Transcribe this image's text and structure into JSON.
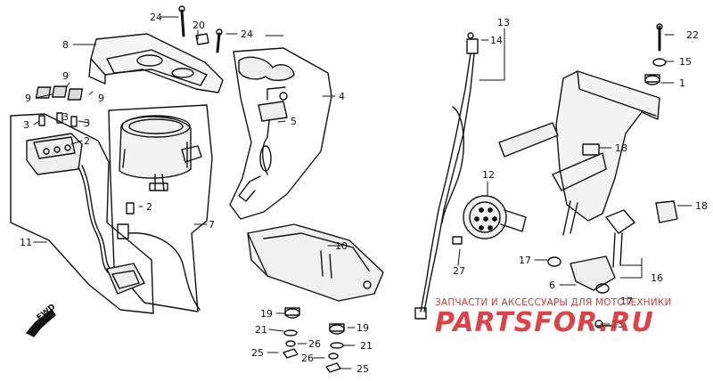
{
  "diagram": {
    "part_labels": {
      "p1": "1",
      "p2": "2",
      "p3": "3",
      "p4": "4",
      "p5": "5",
      "p6": "6",
      "p7": "7",
      "p8": "8",
      "p9": "9",
      "p10": "10",
      "p11": "11",
      "p12": "12",
      "p13": "13",
      "p14": "14",
      "p15": "15",
      "p16": "16",
      "p17": "17",
      "p18": "18",
      "p19": "19",
      "p20": "20",
      "p21": "21",
      "p22": "22",
      "p23": "23",
      "p24": "24",
      "p25": "25",
      "p26": "26",
      "p27": "27"
    },
    "fwd_label": "FWD"
  },
  "watermark": {
    "tagline": "ЗАПЧАСТИ И АКСЕССУАРЫ ДЛЯ МОТОТЕХНИКИ",
    "logo": "PARTSFOR.RU"
  }
}
